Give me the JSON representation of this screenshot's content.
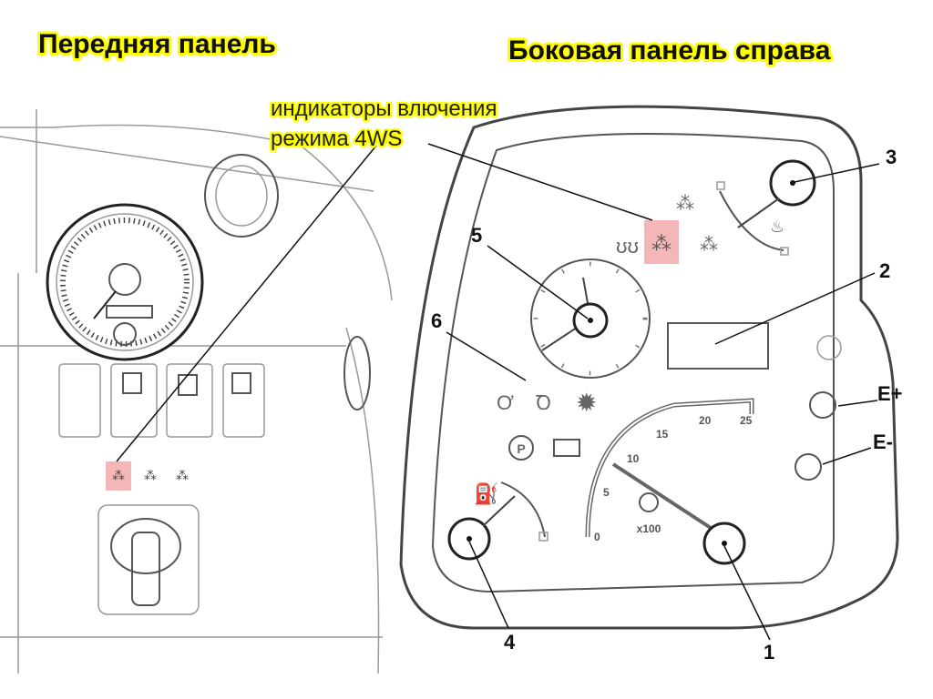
{
  "titles": {
    "front_panel": "Передняя панель",
    "side_panel_right": "Боковая панель справа"
  },
  "annotation": {
    "line1": "индикаторы влючения",
    "line2": "режима 4WS"
  },
  "callouts": [
    "1",
    "2",
    "3",
    "4",
    "5",
    "6",
    "E+",
    "E-"
  ],
  "tachometer": {
    "scale": [
      "0",
      "5",
      "10",
      "15",
      "20",
      "25"
    ],
    "multiplier": "x100"
  },
  "colors": {
    "highlight": "#f4b6b6",
    "title_outline": "#ffff00"
  }
}
